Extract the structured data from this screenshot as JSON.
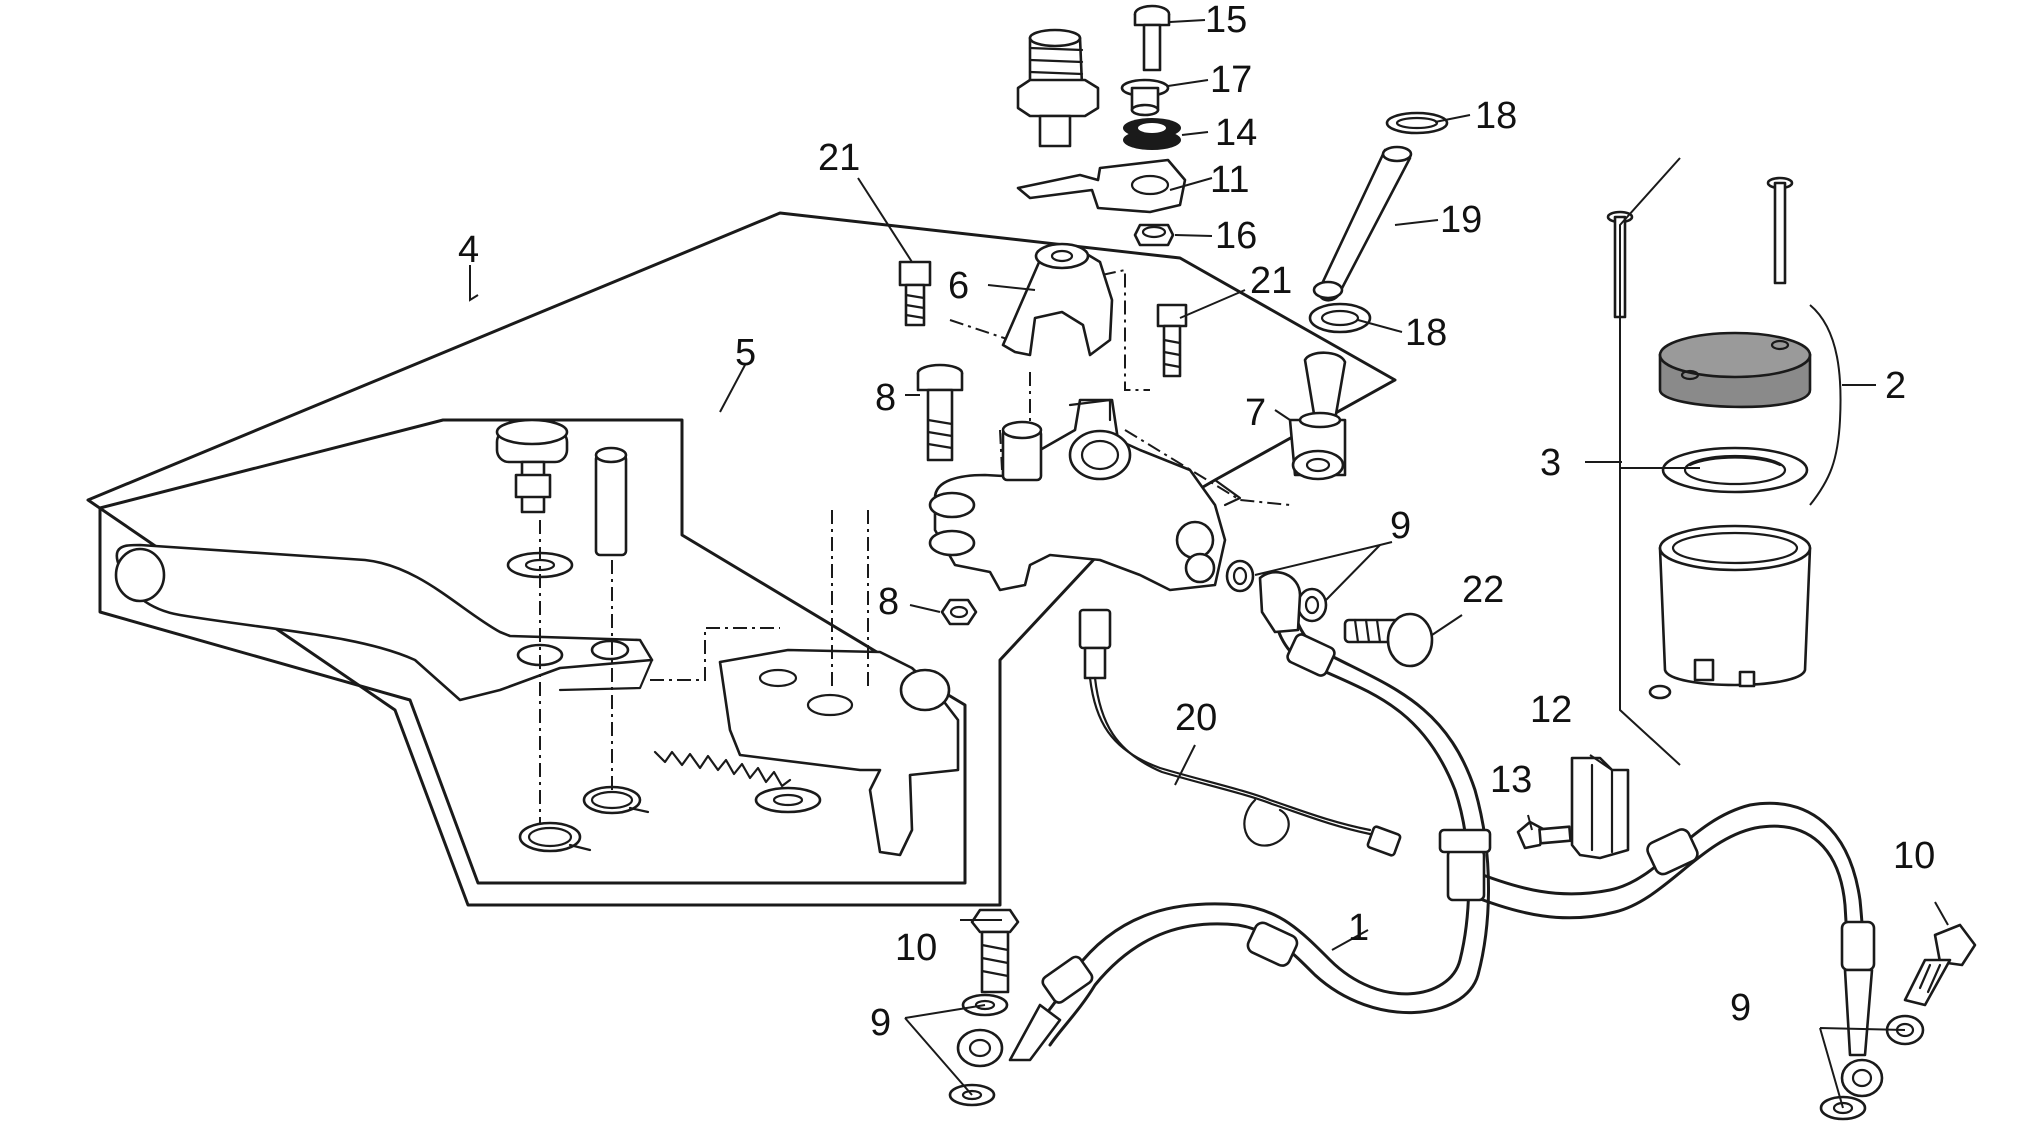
{
  "diagram": {
    "colors": {
      "line": "#1a1a1a",
      "background": "#ffffff",
      "cap_fill": "#8a8a8a"
    },
    "callouts": [
      {
        "id": "c1",
        "text": "1"
      },
      {
        "id": "c2",
        "text": "2"
      },
      {
        "id": "c3",
        "text": "3"
      },
      {
        "id": "c4",
        "text": "4"
      },
      {
        "id": "c5",
        "text": "5"
      },
      {
        "id": "c6",
        "text": "6"
      },
      {
        "id": "c7",
        "text": "7"
      },
      {
        "id": "c8a",
        "text": "8"
      },
      {
        "id": "c8b",
        "text": "8"
      },
      {
        "id": "c9a",
        "text": "9"
      },
      {
        "id": "c9b",
        "text": "9"
      },
      {
        "id": "c9c",
        "text": "9"
      },
      {
        "id": "c10a",
        "text": "10"
      },
      {
        "id": "c10b",
        "text": "10"
      },
      {
        "id": "c11",
        "text": "11"
      },
      {
        "id": "c12",
        "text": "12"
      },
      {
        "id": "c13",
        "text": "13"
      },
      {
        "id": "c14",
        "text": "14"
      },
      {
        "id": "c15",
        "text": "15"
      },
      {
        "id": "c16",
        "text": "16"
      },
      {
        "id": "c17",
        "text": "17"
      },
      {
        "id": "c18a",
        "text": "18"
      },
      {
        "id": "c18b",
        "text": "18"
      },
      {
        "id": "c19",
        "text": "19"
      },
      {
        "id": "c20",
        "text": "20"
      },
      {
        "id": "c21a",
        "text": "21"
      },
      {
        "id": "c21b",
        "text": "21"
      },
      {
        "id": "c22",
        "text": "22"
      }
    ]
  }
}
